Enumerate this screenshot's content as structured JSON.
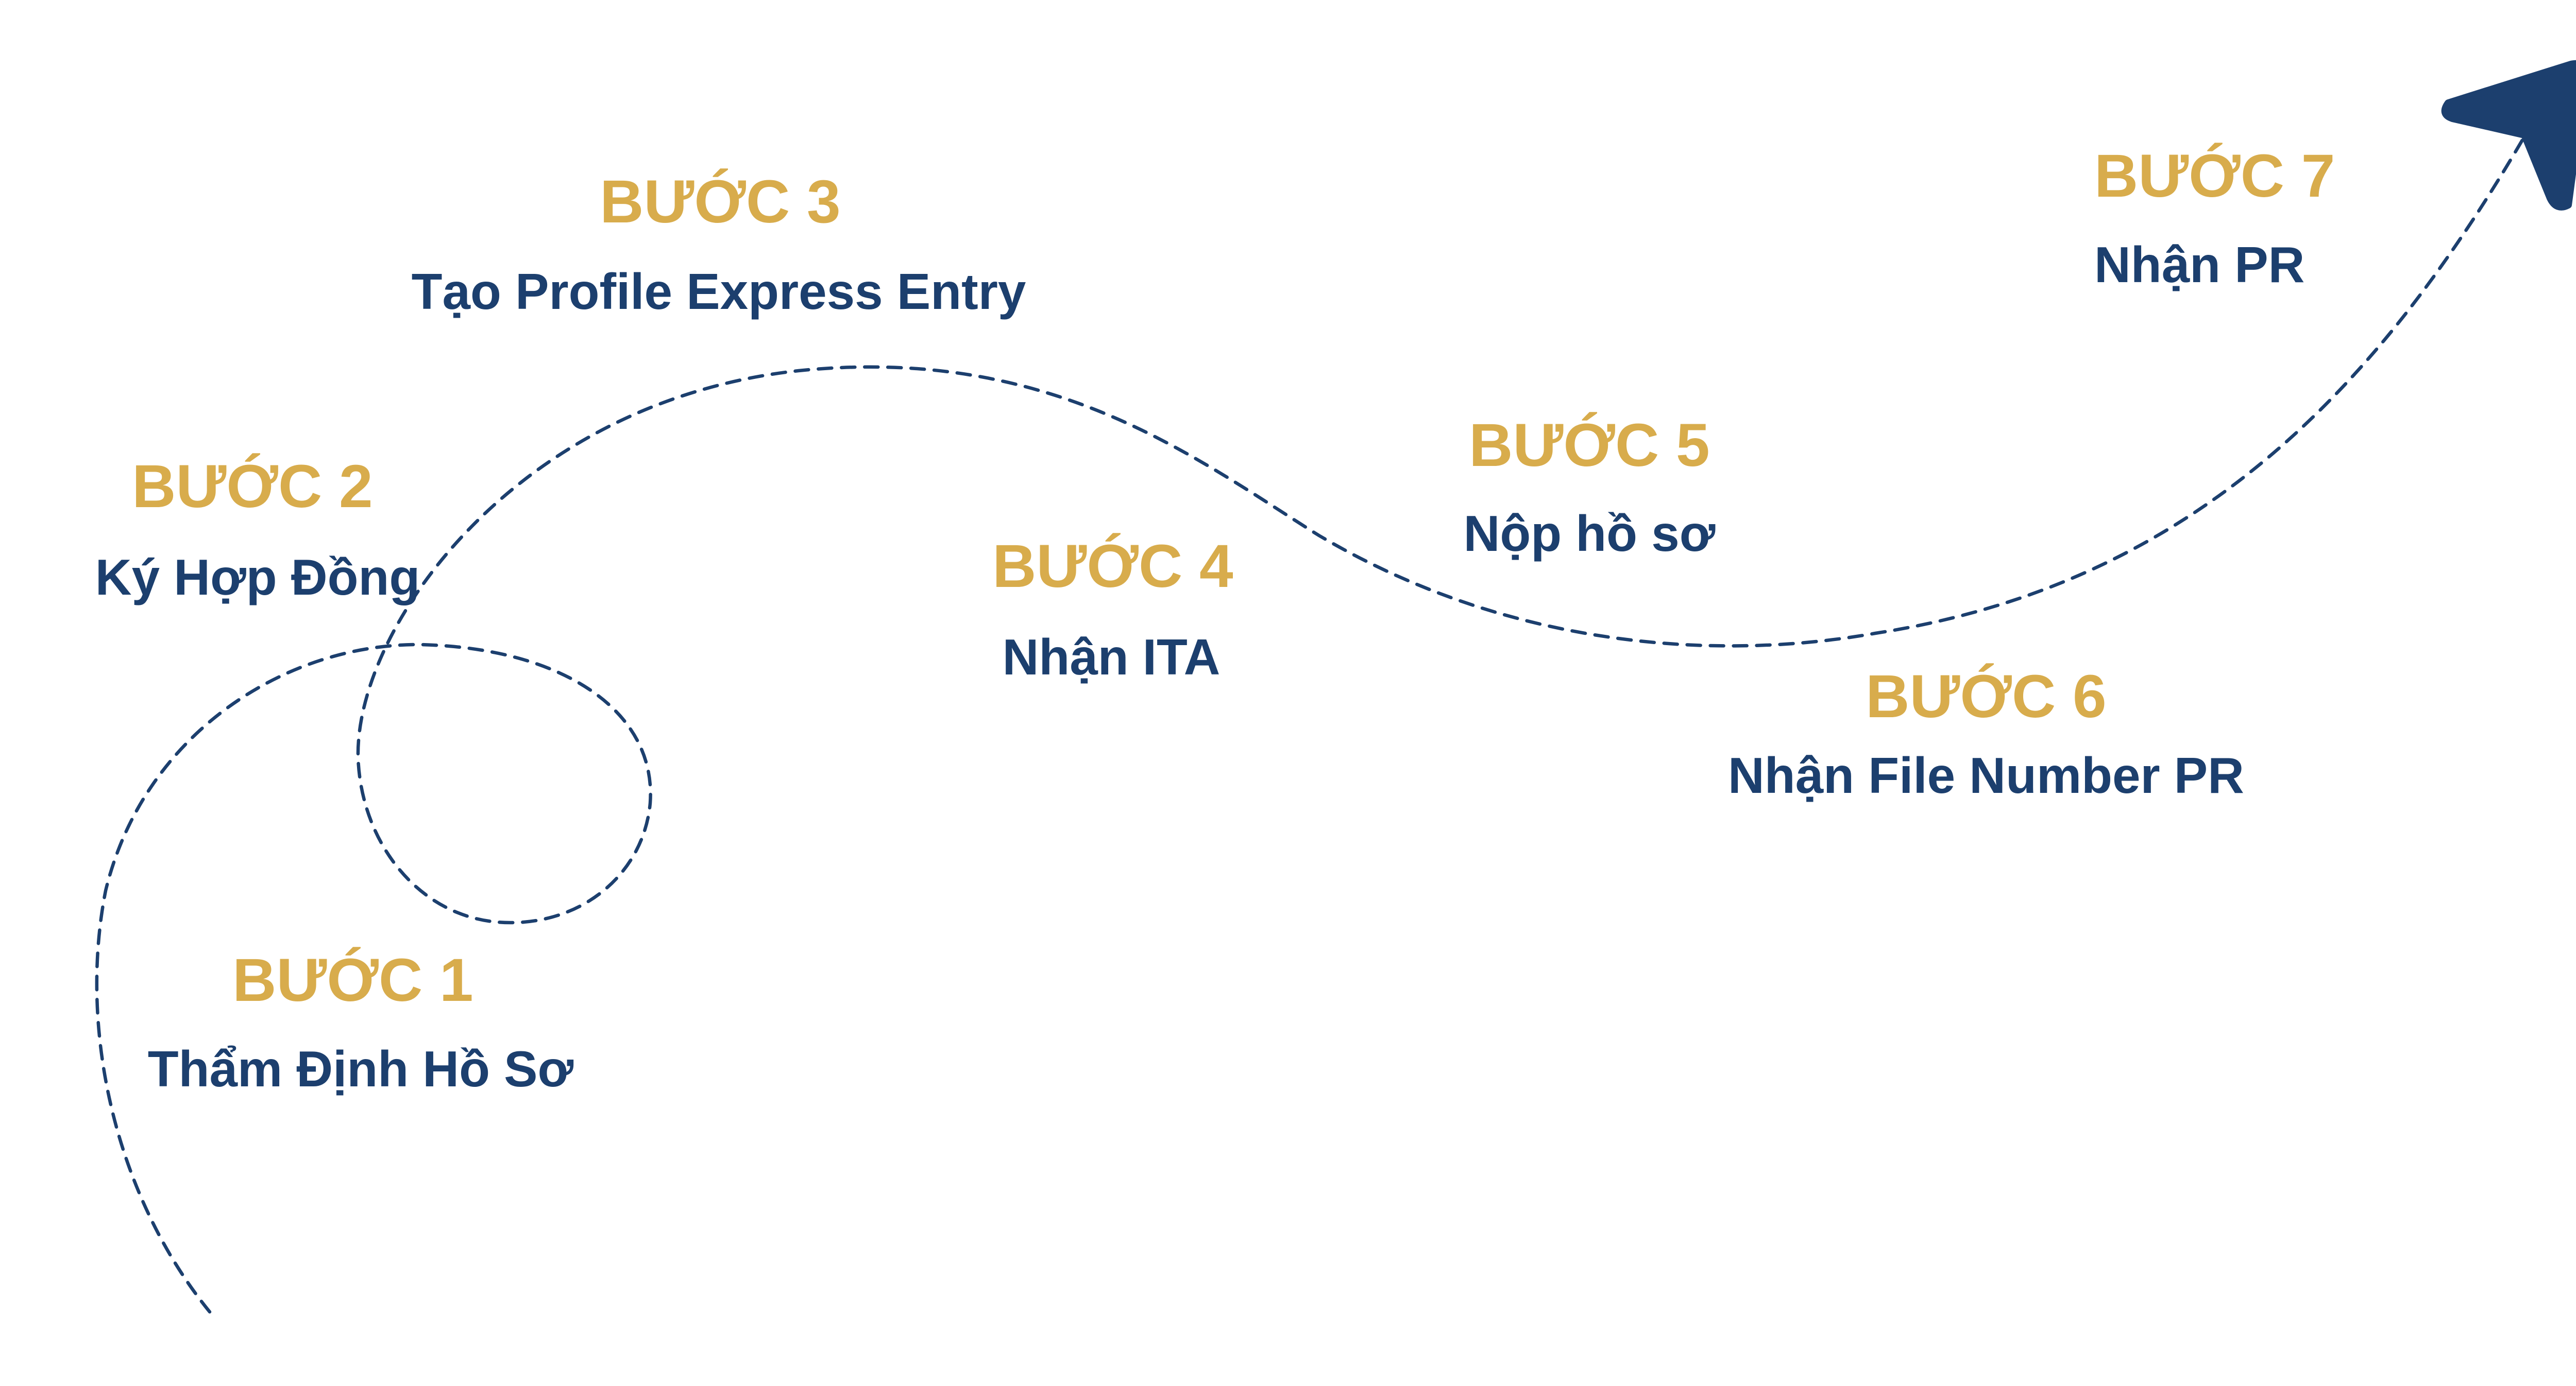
{
  "colors": {
    "accent_gold": "#D8AC4C",
    "navy": "#1C3F6E",
    "background": "#FFFFFF"
  },
  "steps": [
    {
      "title": "BƯỚC 1",
      "desc": "Thẩm Định Hồ Sơ"
    },
    {
      "title": "BƯỚC 2",
      "desc": "Ký Hợp Đồng"
    },
    {
      "title": "BƯỚC 3",
      "desc": "Tạo Profile Express Entry"
    },
    {
      "title": "BƯỚC 4",
      "desc": "Nhận ITA"
    },
    {
      "title": "BƯỚC 5",
      "desc": "Nộp hồ sơ"
    },
    {
      "title": "BƯỚC 6",
      "desc": "Nhận File Number PR"
    },
    {
      "title": "BƯỚC 7",
      "desc": "Nhận PR"
    }
  ],
  "icons": {
    "end_marker": "paper-plane-arrow-icon"
  }
}
